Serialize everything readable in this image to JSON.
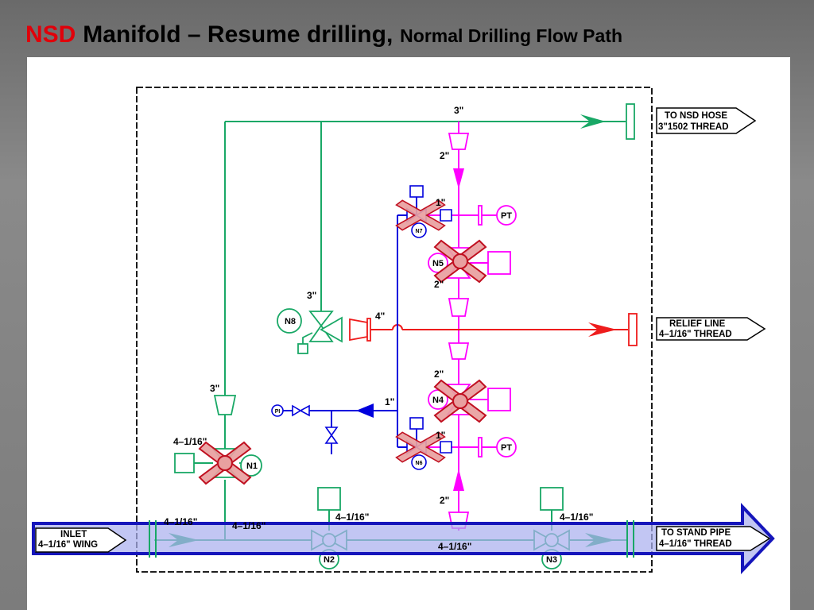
{
  "slide": {
    "title_red": "NSD",
    "title_main": "Manifold – Resume drilling,",
    "title_sub": "Normal Drilling Flow Path"
  },
  "labels": {
    "to_nsd_hose_1": "TO NSD HOSE",
    "to_nsd_hose_2": "3\"1502 THREAD",
    "relief_line_1": "RELIEF LINE",
    "relief_line_2": "4–1/16\" THREAD",
    "inlet_1": "INLET",
    "inlet_2": "4–1/16\" WING",
    "stand_pipe_1": "TO STAND PIPE",
    "stand_pipe_2": "4–1/16\" THREAD"
  },
  "sizes": {
    "top_3in": "3\"",
    "mag_2in_top": "2\"",
    "valve_1in_top": "1\"",
    "mag_2in_n5": "2\"",
    "n8_3in": "3\"",
    "relief_4in": "4\"",
    "mag_2in_n4": "2\"",
    "pi_1in": "1\"",
    "green_3in_left": "3\"",
    "n1_4116": "4–1/16\"",
    "valve_1in_bottom": "1\"",
    "mag_2in_bottom": "2\"",
    "n2_4116": "4–1/16\"",
    "n3_4116": "4–1/16\"",
    "inlet_4116": "4–1/16\"",
    "inlet_4116_b": "4–1/16\"",
    "bottom_4116": "4–1/16\""
  },
  "nodes": {
    "n1": "N1",
    "n2": "N2",
    "n3": "N3",
    "n4": "N4",
    "n5": "N5",
    "n6": "N6",
    "n7": "N7",
    "n8": "N8",
    "pt_top": "PT",
    "pt_bottom": "PT",
    "pi": "PI"
  },
  "colors": {
    "green": "#19a866",
    "magenta": "#ff00ff",
    "red": "#ee1c1c",
    "blue": "#0000dd",
    "flow_fill": "#aab0ee",
    "flow_stroke": "#1515bb",
    "closed_x_fill": "#e8a0a0",
    "closed_x_stroke": "#c01020"
  }
}
